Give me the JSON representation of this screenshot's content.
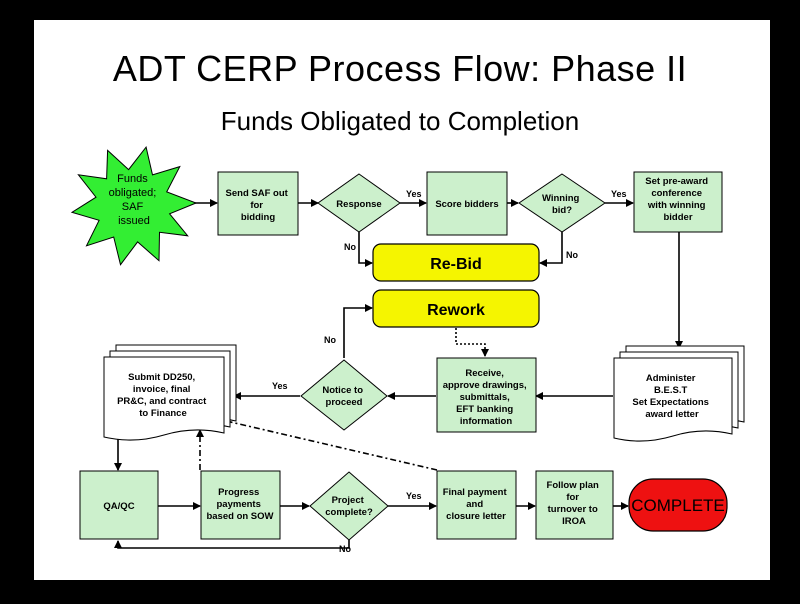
{
  "title": "ADT CERP Process Flow: Phase II",
  "subtitle": "Funds Obligated to Completion",
  "nodes": {
    "start": [
      "Funds",
      "obligated;",
      "SAF",
      "issued"
    ],
    "send_saf": [
      "Send SAF out",
      "for",
      "bidding"
    ],
    "response": [
      "Response"
    ],
    "score": [
      "Score bidders"
    ],
    "winning": [
      "Winning",
      "bid?"
    ],
    "preaward": [
      "Set pre-award",
      "conference",
      "with winning",
      "bidder"
    ],
    "rebid": [
      "Re-Bid"
    ],
    "rework": [
      "Rework"
    ],
    "submit": [
      "Submit DD250,",
      "invoice, final",
      "PR&C, and contract",
      "to Finance"
    ],
    "notice": [
      "Notice to",
      "proceed"
    ],
    "receive": [
      "Receive,",
      "approve drawings,",
      "submittals,",
      "EFT banking",
      "information"
    ],
    "administer": [
      "Administer",
      "B.E.S.T",
      "Set Expectations",
      "award letter"
    ],
    "qaqc": [
      "QA/QC"
    ],
    "progress": [
      "Progress",
      "payments",
      "based on SOW"
    ],
    "project": [
      "Project",
      "complete?"
    ],
    "final": [
      "Final payment",
      "and",
      "closure letter"
    ],
    "follow": [
      "Follow plan",
      "for",
      "turnover to",
      "IROA"
    ],
    "complete": [
      "COMPLETE"
    ]
  },
  "edges": {
    "yes": "Yes",
    "no": "No"
  },
  "colors": {
    "box": "#ccf0cc",
    "star": "#33ee33",
    "yellow": "#f5f500",
    "red": "#ee1111"
  }
}
